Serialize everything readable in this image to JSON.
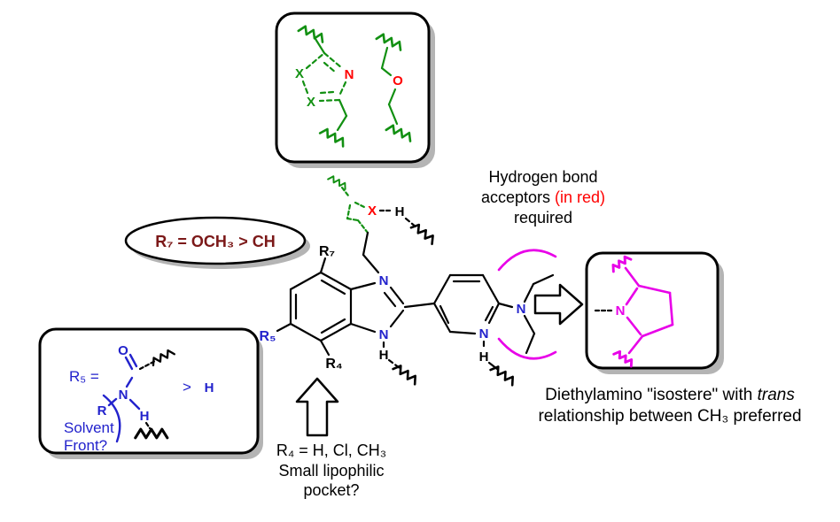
{
  "colors": {
    "black": "#000000",
    "green": "#129012",
    "red": "#ff0000",
    "blue": "#2222cc",
    "magenta": "#e800e8",
    "maroon": "#7b1818",
    "shadow": "#b4b4b4",
    "background": "#ffffff"
  },
  "hbond_box": {
    "x1": "X",
    "x2": "X",
    "n": "N",
    "o": "O"
  },
  "linker": {
    "x": "X",
    "h": "H"
  },
  "r7_note": "R₇ = OCH₃ > CH",
  "hbond_note": {
    "line1": "Hydrogen bond",
    "line2a": "acceptors ",
    "line2b": "(in red)",
    "line3": "required"
  },
  "core": {
    "r7": "R₇",
    "r5": "R₅",
    "r4": "R₄",
    "n1": "N",
    "n3": "N",
    "h3": "H",
    "pyr_n": "N",
    "pyr_h": "H",
    "amine_n": "N"
  },
  "amide_note": {
    "r5_eq": "R₅ =",
    "o": "O",
    "n": "N",
    "r": "R",
    "h": "H",
    "gt": ">",
    "h_alt": "H",
    "solvent_line1": "Solvent",
    "solvent_line2": "Front?"
  },
  "isostere": {
    "n": "N"
  },
  "isostere_note": {
    "line1": "Diethylamino \"isostere\" with ",
    "line1_italic": "trans",
    "line2": "relationship between CH₃ preferred"
  },
  "r4_note": {
    "line1": "R₄ = H, Cl, CH₃",
    "line2": "Small lipophilic",
    "line3": "pocket?"
  }
}
